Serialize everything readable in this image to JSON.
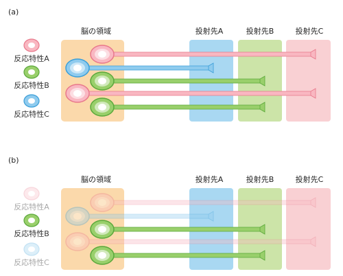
{
  "panels": [
    {
      "id": "a",
      "label": "(a)",
      "region_label": "脳の領域",
      "targets": [
        {
          "label": "投射先A",
          "fill": "#a9d8f2"
        },
        {
          "label": "投射先B",
          "fill": "#cce4a8"
        },
        {
          "label": "投射先C",
          "fill": "#f9d0d3"
        }
      ],
      "legend": [
        {
          "label": "反応特性A",
          "kind": "pink",
          "faded": false
        },
        {
          "label": "反応特性B",
          "kind": "green",
          "faded": false
        },
        {
          "label": "反応特性C",
          "kind": "blue",
          "faded": false
        }
      ],
      "neurons": [
        {
          "kind": "pink",
          "target": "C",
          "faded": false
        },
        {
          "kind": "blue",
          "target": "A",
          "faded": false
        },
        {
          "kind": "green",
          "target": "B",
          "faded": false
        },
        {
          "kind": "pink",
          "target": "C",
          "faded": false
        },
        {
          "kind": "green",
          "target": "B",
          "faded": false
        }
      ]
    },
    {
      "id": "b",
      "label": "(b)",
      "region_label": "脳の領域",
      "targets": [
        {
          "label": "投射先A",
          "fill": "#a9d8f2"
        },
        {
          "label": "投射先B",
          "fill": "#cce4a8"
        },
        {
          "label": "投射先C",
          "fill": "#f9d0d3"
        }
      ],
      "legend": [
        {
          "label": "反応特性A",
          "kind": "pink",
          "faded": true
        },
        {
          "label": "反応特性B",
          "kind": "green",
          "faded": false
        },
        {
          "label": "反応特性C",
          "kind": "blue",
          "faded": true
        }
      ],
      "neurons": [
        {
          "kind": "pink",
          "target": "C",
          "faded": true
        },
        {
          "kind": "blue",
          "target": "A",
          "faded": true
        },
        {
          "kind": "green",
          "target": "B",
          "faded": false
        },
        {
          "kind": "pink",
          "target": "C",
          "faded": true
        },
        {
          "kind": "green",
          "target": "B",
          "faded": false
        }
      ]
    }
  ],
  "colors": {
    "region_fill": "#fbd9ab",
    "pink": {
      "stroke": "#e8788b",
      "fill": "#f9b7c1",
      "core": "#ffffff"
    },
    "green": {
      "stroke": "#5aa83a",
      "fill": "#99cf6b",
      "core": "#ffffff"
    },
    "blue": {
      "stroke": "#3a9ed8",
      "fill": "#8fcbee",
      "core": "#ffffff"
    }
  }
}
